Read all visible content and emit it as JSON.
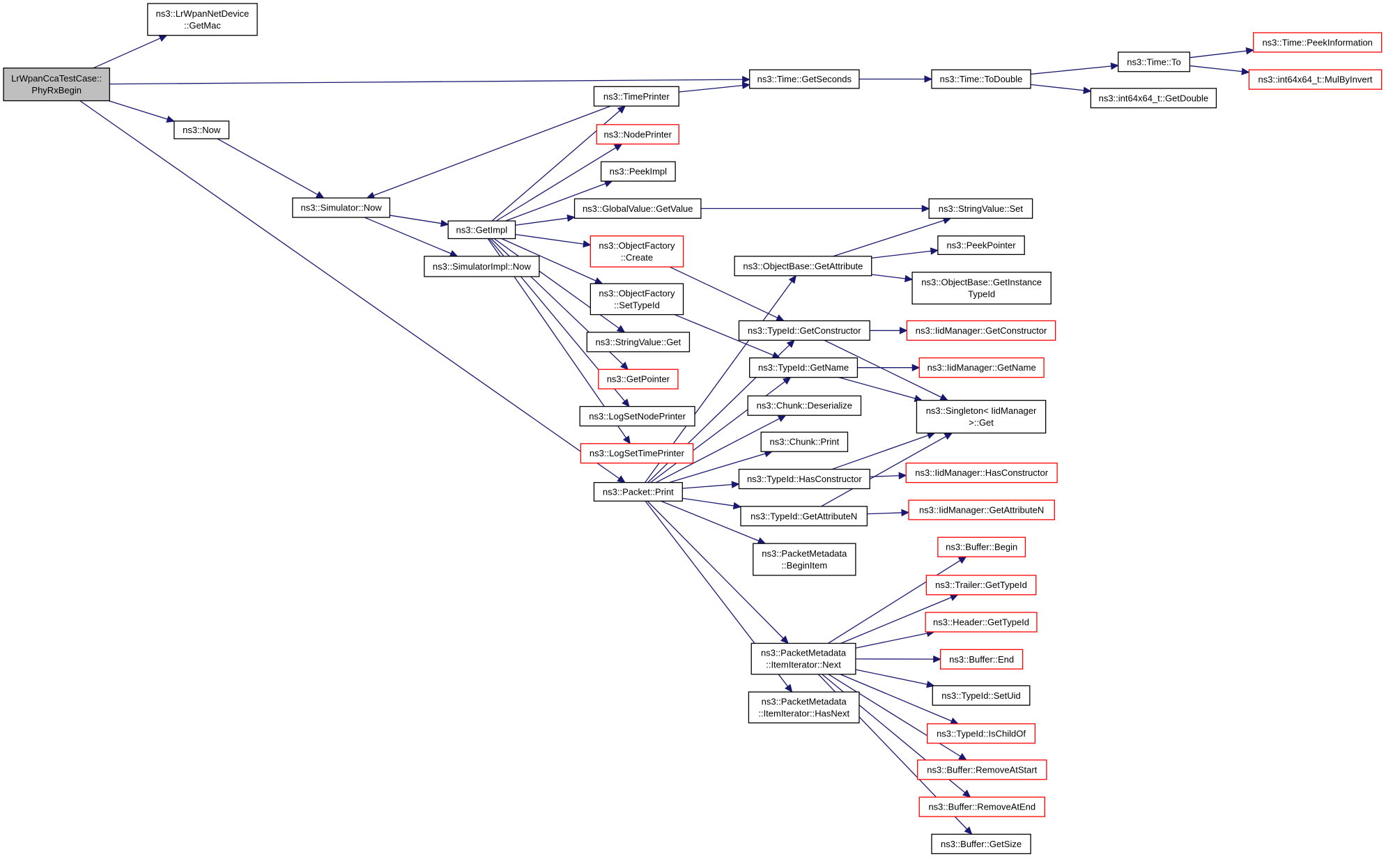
{
  "nodes": [
    {
      "id": "root",
      "lines": [
        "LrWpanCcaTestCase::",
        "PhyRxBegin"
      ],
      "root": true
    },
    {
      "id": "getmac",
      "lines": [
        "ns3::LrWpanNetDevice",
        "::GetMac"
      ]
    },
    {
      "id": "now",
      "lines": [
        "ns3::Now"
      ]
    },
    {
      "id": "simnow",
      "lines": [
        "ns3::Simulator::Now"
      ]
    },
    {
      "id": "getimpl",
      "lines": [
        "ns3::GetImpl"
      ]
    },
    {
      "id": "simimplnow",
      "lines": [
        "ns3::SimulatorImpl::Now"
      ]
    },
    {
      "id": "timeprinter",
      "lines": [
        "ns3::TimePrinter"
      ]
    },
    {
      "id": "nodeprinter",
      "lines": [
        "ns3::NodePrinter"
      ],
      "red": true
    },
    {
      "id": "peekimpl",
      "lines": [
        "ns3::PeekImpl"
      ]
    },
    {
      "id": "gvgetvalue",
      "lines": [
        "ns3::GlobalValue::GetValue"
      ]
    },
    {
      "id": "ofcreate",
      "lines": [
        "ns3::ObjectFactory",
        "::Create"
      ],
      "red": true
    },
    {
      "id": "ofsettypeid",
      "lines": [
        "ns3::ObjectFactory",
        "::SetTypeId"
      ]
    },
    {
      "id": "svget",
      "lines": [
        "ns3::StringValue::Get"
      ]
    },
    {
      "id": "getpointer",
      "lines": [
        "ns3::GetPointer"
      ],
      "red": true
    },
    {
      "id": "logsetnode",
      "lines": [
        "ns3::LogSetNodePrinter"
      ]
    },
    {
      "id": "logsettime",
      "lines": [
        "ns3::LogSetTimePrinter"
      ],
      "red": true
    },
    {
      "id": "pprint",
      "lines": [
        "ns3::Packet::Print"
      ]
    },
    {
      "id": "getseconds",
      "lines": [
        "ns3::Time::GetSeconds"
      ]
    },
    {
      "id": "todouble",
      "lines": [
        "ns3::Time::ToDouble"
      ]
    },
    {
      "id": "timeto",
      "lines": [
        "ns3::Time::To"
      ]
    },
    {
      "id": "getdouble",
      "lines": [
        "ns3::int64x64_t::GetDouble"
      ]
    },
    {
      "id": "peekinfo",
      "lines": [
        "ns3::Time::PeekInformation"
      ],
      "red": true
    },
    {
      "id": "mulbyinvert",
      "lines": [
        "ns3::int64x64_t::MulByInvert"
      ],
      "red": true
    },
    {
      "id": "svset",
      "lines": [
        "ns3::StringValue::Set"
      ]
    },
    {
      "id": "peekpointer",
      "lines": [
        "ns3::PeekPointer"
      ]
    },
    {
      "id": "obgetattr",
      "lines": [
        "ns3::ObjectBase::GetAttribute"
      ]
    },
    {
      "id": "obgetinst",
      "lines": [
        "ns3::ObjectBase::GetInstance",
        "TypeId"
      ]
    },
    {
      "id": "tigetctor",
      "lines": [
        "ns3::TypeId::GetConstructor"
      ]
    },
    {
      "id": "tigetname",
      "lines": [
        "ns3::TypeId::GetName"
      ]
    },
    {
      "id": "chdeser",
      "lines": [
        "ns3::Chunk::Deserialize"
      ]
    },
    {
      "id": "chprint",
      "lines": [
        "ns3::Chunk::Print"
      ]
    },
    {
      "id": "tihasctor",
      "lines": [
        "ns3::TypeId::HasConstructor"
      ]
    },
    {
      "id": "tigetattrn",
      "lines": [
        "ns3::TypeId::GetAttributeN"
      ]
    },
    {
      "id": "iidgetctor",
      "lines": [
        "ns3::IidManager::GetConstructor"
      ],
      "red": true
    },
    {
      "id": "iidgetname",
      "lines": [
        "ns3::IidManager::GetName"
      ],
      "red": true
    },
    {
      "id": "singleton",
      "lines": [
        "ns3::Singleton< IidManager",
        ">::Get"
      ]
    },
    {
      "id": "iidhasctor",
      "lines": [
        "ns3::IidManager::HasConstructor"
      ],
      "red": true
    },
    {
      "id": "iidgetattrn",
      "lines": [
        "ns3::IidManager::GetAttributeN"
      ],
      "red": true
    },
    {
      "id": "pmbegin",
      "lines": [
        "ns3::PacketMetadata",
        "::BeginItem"
      ]
    },
    {
      "id": "pmnext",
      "lines": [
        "ns3::PacketMetadata",
        "::ItemIterator::Next"
      ]
    },
    {
      "id": "pmhasnext",
      "lines": [
        "ns3::PacketMetadata",
        "::ItemIterator::HasNext"
      ]
    },
    {
      "id": "bufbegin",
      "lines": [
        "ns3::Buffer::Begin"
      ],
      "red": true
    },
    {
      "id": "trgettid",
      "lines": [
        "ns3::Trailer::GetTypeId"
      ],
      "red": true
    },
    {
      "id": "hdgettid",
      "lines": [
        "ns3::Header::GetTypeId"
      ],
      "red": true
    },
    {
      "id": "bufend",
      "lines": [
        "ns3::Buffer::End"
      ],
      "red": true
    },
    {
      "id": "tisetuid",
      "lines": [
        "ns3::TypeId::SetUid"
      ]
    },
    {
      "id": "tiischild",
      "lines": [
        "ns3::TypeId::IsChildOf"
      ],
      "red": true
    },
    {
      "id": "bufremstart",
      "lines": [
        "ns3::Buffer::RemoveAtStart"
      ],
      "red": true
    },
    {
      "id": "bufremend",
      "lines": [
        "ns3::Buffer::RemoveAtEnd"
      ],
      "red": true
    },
    {
      "id": "bufgetsize",
      "lines": [
        "ns3::Buffer::GetSize"
      ]
    }
  ],
  "edges": [
    [
      "root",
      "getmac"
    ],
    [
      "root",
      "getseconds"
    ],
    [
      "root",
      "now"
    ],
    [
      "root",
      "pprint"
    ],
    [
      "now",
      "simnow"
    ],
    [
      "simnow",
      "getimpl"
    ],
    [
      "simnow",
      "simimplnow"
    ],
    [
      "getimpl",
      "timeprinter"
    ],
    [
      "getimpl",
      "nodeprinter"
    ],
    [
      "getimpl",
      "peekimpl"
    ],
    [
      "getimpl",
      "gvgetvalue"
    ],
    [
      "getimpl",
      "ofcreate"
    ],
    [
      "getimpl",
      "ofsettypeid"
    ],
    [
      "getimpl",
      "svget"
    ],
    [
      "getimpl",
      "getpointer"
    ],
    [
      "getimpl",
      "logsetnode"
    ],
    [
      "getimpl",
      "logsettime"
    ],
    [
      "timeprinter",
      "simnow"
    ],
    [
      "timeprinter",
      "getseconds"
    ],
    [
      "getseconds",
      "todouble"
    ],
    [
      "todouble",
      "timeto"
    ],
    [
      "todouble",
      "getdouble"
    ],
    [
      "timeto",
      "peekinfo"
    ],
    [
      "timeto",
      "mulbyinvert"
    ],
    [
      "gvgetvalue",
      "svset"
    ],
    [
      "ofcreate",
      "tigetctor"
    ],
    [
      "ofsettypeid",
      "tigetname"
    ],
    [
      "obgetattr",
      "svset"
    ],
    [
      "obgetattr",
      "peekpointer"
    ],
    [
      "obgetattr",
      "obgetinst"
    ],
    [
      "tigetctor",
      "iidgetctor"
    ],
    [
      "tigetctor",
      "singleton"
    ],
    [
      "tigetname",
      "iidgetname"
    ],
    [
      "tigetname",
      "singleton"
    ],
    [
      "tihasctor",
      "singleton"
    ],
    [
      "tihasctor",
      "iidhasctor"
    ],
    [
      "tigetattrn",
      "singleton"
    ],
    [
      "tigetattrn",
      "iidgetattrn"
    ],
    [
      "pprint",
      "obgetattr"
    ],
    [
      "pprint",
      "tigetctor"
    ],
    [
      "pprint",
      "tigetname"
    ],
    [
      "pprint",
      "chdeser"
    ],
    [
      "pprint",
      "chprint"
    ],
    [
      "pprint",
      "tihasctor"
    ],
    [
      "pprint",
      "tigetattrn"
    ],
    [
      "pprint",
      "pmbegin"
    ],
    [
      "pprint",
      "pmnext"
    ],
    [
      "pprint",
      "pmhasnext"
    ],
    [
      "pmnext",
      "bufbegin"
    ],
    [
      "pmnext",
      "trgettid"
    ],
    [
      "pmnext",
      "hdgettid"
    ],
    [
      "pmnext",
      "bufend"
    ],
    [
      "pmnext",
      "tisetuid"
    ],
    [
      "pmnext",
      "tiischild"
    ],
    [
      "pmnext",
      "bufremstart"
    ],
    [
      "pmnext",
      "bufremend"
    ],
    [
      "pmnext",
      "bufgetsize"
    ]
  ]
}
